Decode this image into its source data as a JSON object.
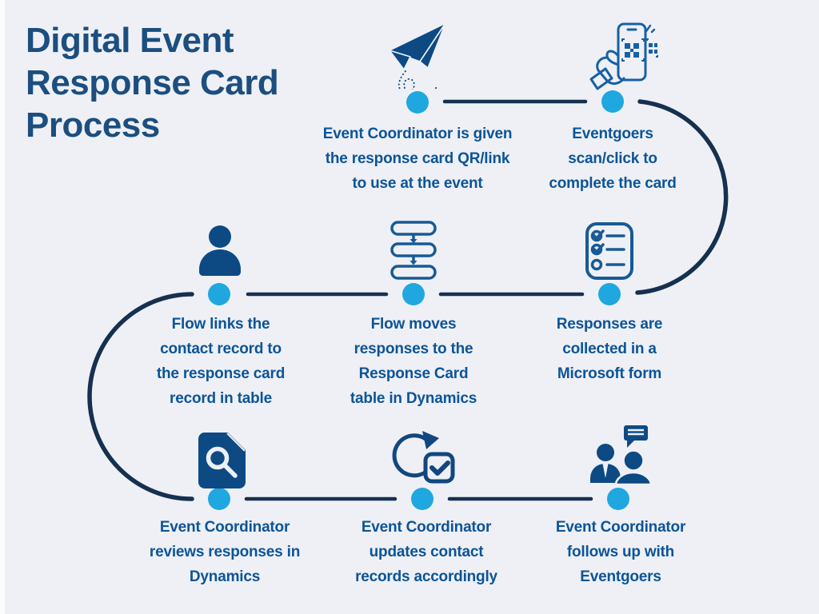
{
  "title": "Digital Event\nResponse Card\nProcess",
  "colors": {
    "background": "#eef0f5",
    "title_text": "#1c4e7f",
    "step_text": "#0c5497",
    "dot_accent": "#1fa7e0",
    "connector_line": "#16304f",
    "icon_fill": "#0d4a84",
    "icon_outline": "#175a99"
  },
  "steps": [
    {
      "id": 1,
      "icon": "paper-plane-icon",
      "label": "Event Coordinator is given\nthe response card QR/link\nto use at the event"
    },
    {
      "id": 2,
      "icon": "phone-qr-scan-icon",
      "label": "Eventgoers\nscan/click to\ncomplete the card"
    },
    {
      "id": 3,
      "icon": "checklist-icon",
      "label": "Responses are\ncollected in a\nMicrosoft form"
    },
    {
      "id": 4,
      "icon": "flow-steps-icon",
      "label": "Flow moves\nresponses to the\nResponse Card\ntable in Dynamics"
    },
    {
      "id": 5,
      "icon": "person-icon",
      "label": "Flow links the\ncontact record to\nthe response card\nrecord in table"
    },
    {
      "id": 6,
      "icon": "document-search-icon",
      "label": "Event Coordinator\nreviews responses in\nDynamics"
    },
    {
      "id": 7,
      "icon": "sync-check-icon",
      "label": "Event Coordinator\nupdates contact\nrecords accordingly"
    },
    {
      "id": 8,
      "icon": "people-chat-icon",
      "label": "Event Coordinator\nfollows up with\nEventgoers"
    }
  ]
}
